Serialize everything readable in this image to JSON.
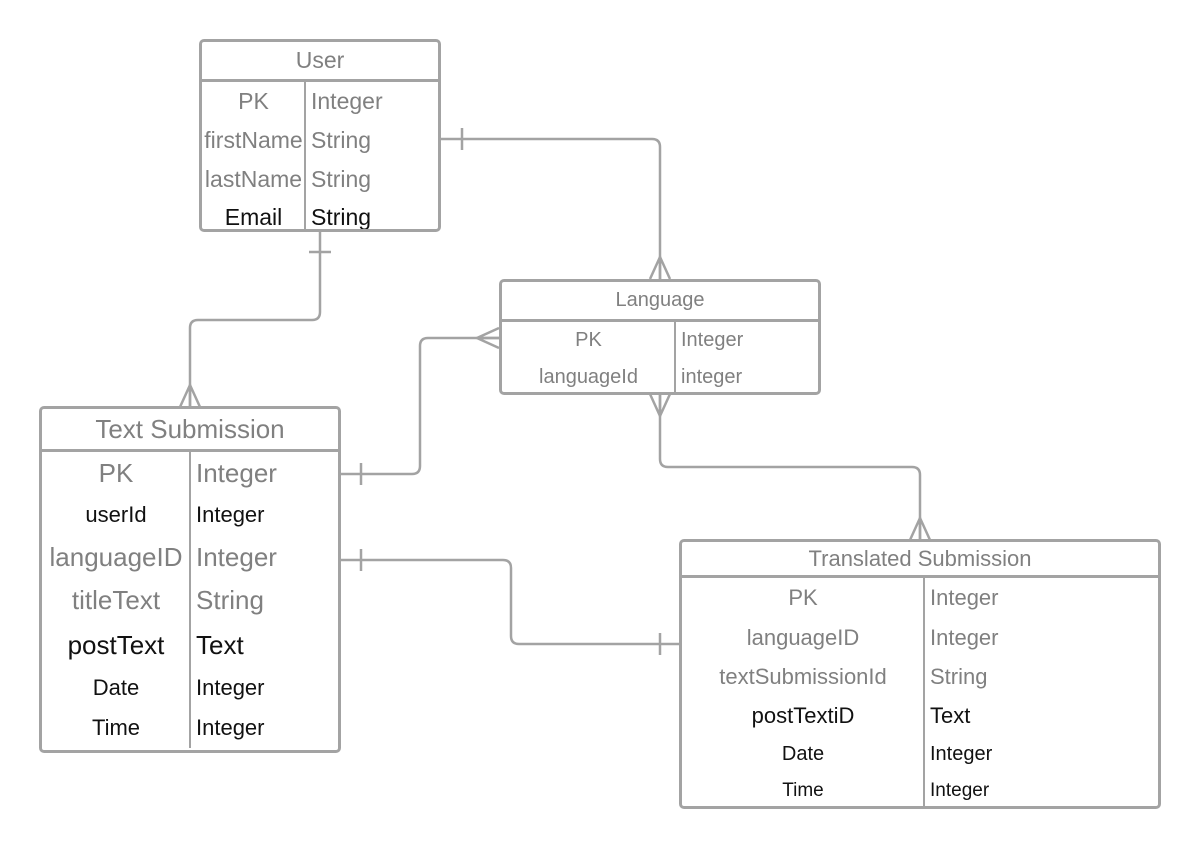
{
  "entities": {
    "user": {
      "title": "User",
      "fields": [
        {
          "name": "PK",
          "type": "Integer",
          "tone": "muted"
        },
        {
          "name": "firstName",
          "type": "String",
          "tone": "muted"
        },
        {
          "name": "lastName",
          "type": "String",
          "tone": "muted"
        },
        {
          "name": "Email",
          "type": "String",
          "tone": "dark"
        }
      ]
    },
    "language": {
      "title": "Language",
      "fields": [
        {
          "name": "PK",
          "type": "Integer",
          "tone": "muted"
        },
        {
          "name": "languageId",
          "type": "integer",
          "tone": "muted"
        }
      ]
    },
    "text_submission": {
      "title": "Text Submission",
      "fields": [
        {
          "name": "PK",
          "type": "Integer",
          "tone": "muted"
        },
        {
          "name": "userId",
          "type": "Integer",
          "tone": "dark"
        },
        {
          "name": "languageID",
          "type": "Integer",
          "tone": "muted"
        },
        {
          "name": "titleText",
          "type": "String",
          "tone": "muted"
        },
        {
          "name": "postText",
          "type": "Text",
          "tone": "dark"
        },
        {
          "name": "Date",
          "type": "Integer",
          "tone": "dark"
        },
        {
          "name": "Time",
          "type": "Integer",
          "tone": "dark"
        }
      ]
    },
    "translated_submission": {
      "title": "Translated Submission",
      "fields": [
        {
          "name": "PK",
          "type": "Integer",
          "tone": "muted"
        },
        {
          "name": "languageID",
          "type": "Integer",
          "tone": "muted"
        },
        {
          "name": "textSubmissionId",
          "type": "String",
          "tone": "muted"
        },
        {
          "name": "postTextiD",
          "type": "Text",
          "tone": "dark"
        },
        {
          "name": "Date",
          "type": "Integer",
          "tone": "dark"
        },
        {
          "name": "Time",
          "type": "Integer",
          "tone": "dark"
        }
      ]
    }
  },
  "relationships": [
    {
      "from": "user",
      "from_end": "one",
      "to": "language",
      "to_end": "many"
    },
    {
      "from": "user",
      "from_end": "one",
      "to": "text_submission",
      "to_end": "many"
    },
    {
      "from": "text_submission",
      "from_end": "one",
      "to": "language",
      "to_end": "many"
    },
    {
      "from": "language",
      "from_end": "many",
      "to": "translated_submission",
      "to_end": "many"
    },
    {
      "from": "text_submission",
      "from_end": "one",
      "to": "translated_submission",
      "to_end": "one"
    }
  ],
  "colors": {
    "line": "#a3a3a3",
    "muted_text": "#808080",
    "dark_text": "#111111"
  }
}
